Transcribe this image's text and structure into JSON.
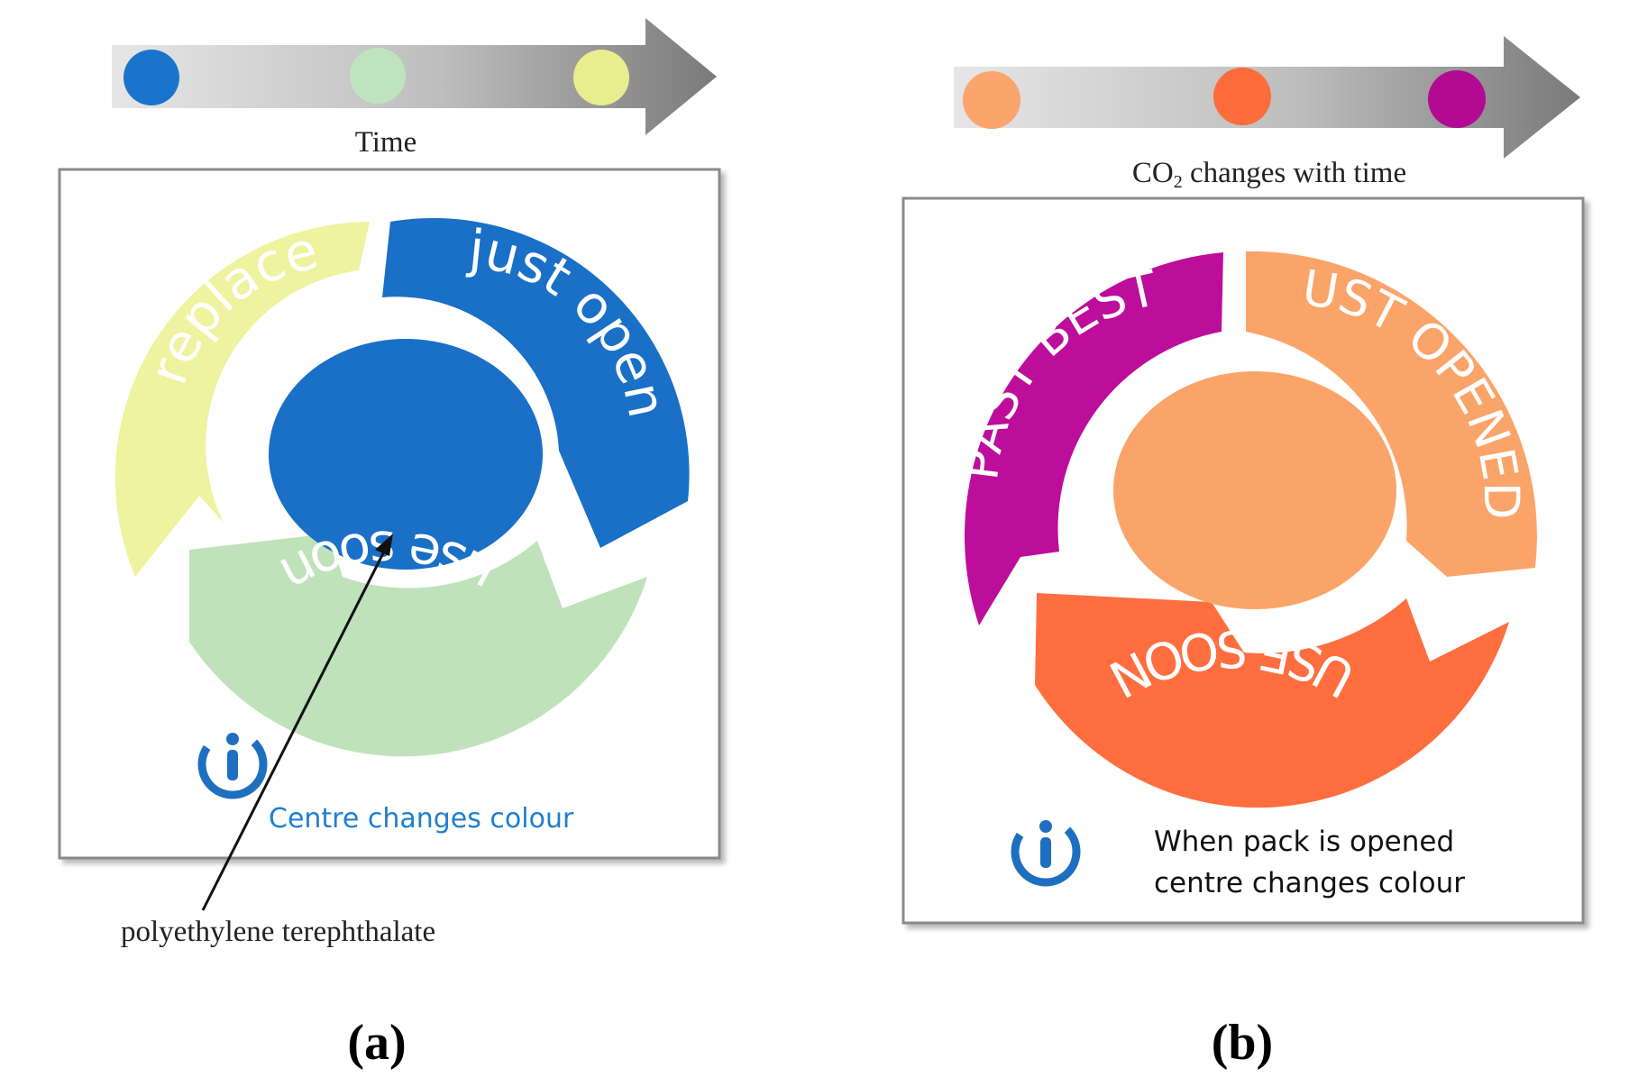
{
  "panel_a": {
    "timeline": {
      "label": "Time",
      "dot_colors": [
        "#1a74cc",
        "#bfe4bd",
        "#eaed8e"
      ]
    },
    "indicator": {
      "segments": [
        {
          "label": "replace",
          "color": "#eef39f"
        },
        {
          "label": "just open",
          "color": "#1a6fc7"
        },
        {
          "label": "use soon",
          "color": "#bfe2bb"
        }
      ],
      "centre_color": "#1a6fc7",
      "caption": "Centre changes colour",
      "caption_color": "#1e7fcf"
    },
    "material_label": "polyethylene terephthalate",
    "panel_label": "(a)",
    "logo_icon": "info-logo-icon"
  },
  "panel_b": {
    "timeline": {
      "label_prefix": "CO",
      "label_subscript": "2",
      "label_suffix": " changes with time",
      "dot_colors": [
        "#fba46c",
        "#ff6c3b",
        "#b20b92"
      ]
    },
    "indicator": {
      "segments": [
        {
          "label": "PAST BEST",
          "color": "#bd0d9b"
        },
        {
          "label": "JUST OPENED",
          "color": "#fba46a"
        },
        {
          "label": "USE SOON",
          "color": "#ff6e3f"
        }
      ],
      "centre_color": "#fba46a",
      "caption_line1": "When pack is opened",
      "caption_line2": "centre changes colour",
      "caption_color": "#111111"
    },
    "panel_label": "(b)",
    "logo_icon": "info-logo-icon"
  }
}
